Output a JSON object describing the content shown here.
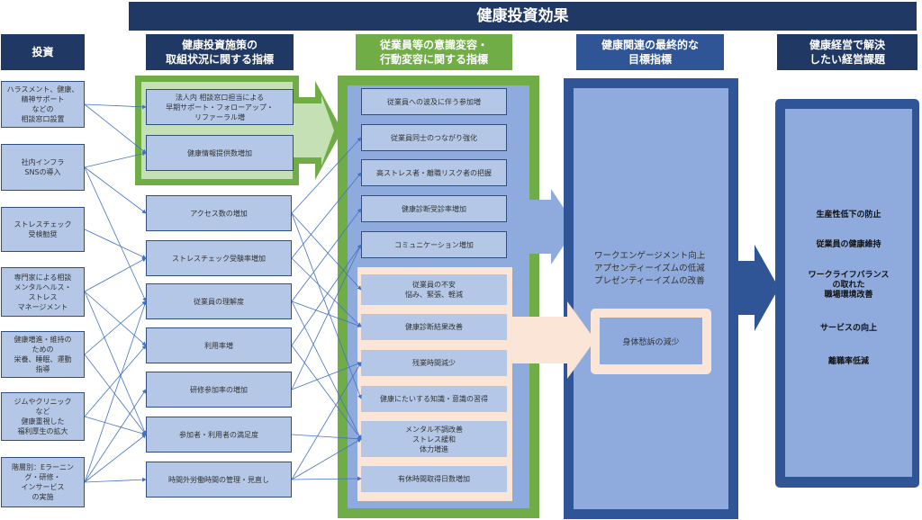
{
  "title": "健康投資効果",
  "headers": {
    "investment": "投資",
    "policy_indicators": "健康投資施策の\n取組状況に関する指標",
    "behavior_indicators": "従業員等の意識変容・\n行動変容に関する指標",
    "final_indicators": "健康関連の最終的な\n目標指標",
    "management_issues": "健康経営で解決\nしたい経営課題"
  },
  "investments": [
    "ハラスメント、健康、精神サポート\nなどの\n相談窓口設置",
    "社内インフラ\nSNSの導入",
    "ストレスチェック\n受検勧奨",
    "専門家による相談\nメンタルヘルス・\nストレス\nマネージメント",
    "健康増進・維持の\nための\n栄養、睡眠、運動\n指導",
    "ジムやクリニック\nなど\n健康重視した\n福利厚生の拡大",
    "階層別：Eラーニン\nグ・研修・\nインサービス\nの実施"
  ],
  "policy_highlighted": [
    "法人内 相談窓口担当による\n早期サポート・フォローアップ・\nリファーラル増",
    "健康情報提供数増加"
  ],
  "policy": [
    "アクセス数の増加",
    "ストレスチェック受験率増加",
    "従業員の理解度",
    "利用率増",
    "研修参加率の増加",
    "参加者・利用者の満足度",
    "時間外労働時間の管理・見直し"
  ],
  "behavior_upper": [
    "従業員への波及に伴う参加増",
    "従業員同士のつながり強化",
    "高ストレス者・離職リスク者の把握",
    "健康診断受診率増加",
    "コミュニケーション増加"
  ],
  "behavior_lower": [
    "従業員の不安\n悩み、緊張、軽減",
    "健康診断結果改善",
    "残業時間減少",
    "健康にたいする知識・意識の習得",
    "メンタル不調改善\nストレス緩和\n体力増進",
    "有休時間取得日数増加"
  ],
  "final_goals": {
    "text": "ワークエンゲージメント向上\nアプセンティーイズムの低減\nプレゼンティーイズムの改善",
    "physical": "身体愁訴の減少"
  },
  "management_issues": [
    "生産性低下の防止",
    "従業員の健康維持",
    "ワークライフバランス\nの取れた\n職場環境改善",
    "サービスの向上",
    "離職率低減"
  ],
  "colors": {
    "navy": "#203864",
    "green": "#70ad47",
    "light_green": "#c5e0b4",
    "mid_blue": "#2f5597",
    "box_blue": "#b4c7e7",
    "panel_blue": "#8faadc",
    "peach": "#fbe5d6",
    "connector": "#4472c4"
  },
  "connections_inv_to_policy": [
    [
      0,
      "h0"
    ],
    [
      0,
      "h1"
    ],
    [
      1,
      "h1"
    ],
    [
      1,
      "p0"
    ],
    [
      1,
      "p2"
    ],
    [
      2,
      "p1"
    ],
    [
      3,
      "p1"
    ],
    [
      3,
      "p3"
    ],
    [
      3,
      "p5"
    ],
    [
      4,
      "p2"
    ],
    [
      4,
      "p5"
    ],
    [
      5,
      "p3"
    ],
    [
      5,
      "p5"
    ],
    [
      6,
      "p2"
    ],
    [
      6,
      "p4"
    ],
    [
      6,
      "p5"
    ],
    [
      6,
      "p6"
    ]
  ],
  "connections_policy_to_behavior": [
    [
      "p0",
      "u1"
    ],
    [
      "p0",
      "l0"
    ],
    [
      "p0",
      "l3"
    ],
    [
      "p1",
      "u2"
    ],
    [
      "p1",
      "l1"
    ],
    [
      "p2",
      "u3"
    ],
    [
      "p2",
      "l1"
    ],
    [
      "p2",
      "l4"
    ],
    [
      "p3",
      "u4"
    ],
    [
      "p3",
      "l4"
    ],
    [
      "p4",
      "u4"
    ],
    [
      "p4",
      "l2"
    ],
    [
      "p5",
      "l4"
    ],
    [
      "p6",
      "l2"
    ],
    [
      "p6",
      "l4"
    ],
    [
      "p6",
      "l5"
    ]
  ]
}
